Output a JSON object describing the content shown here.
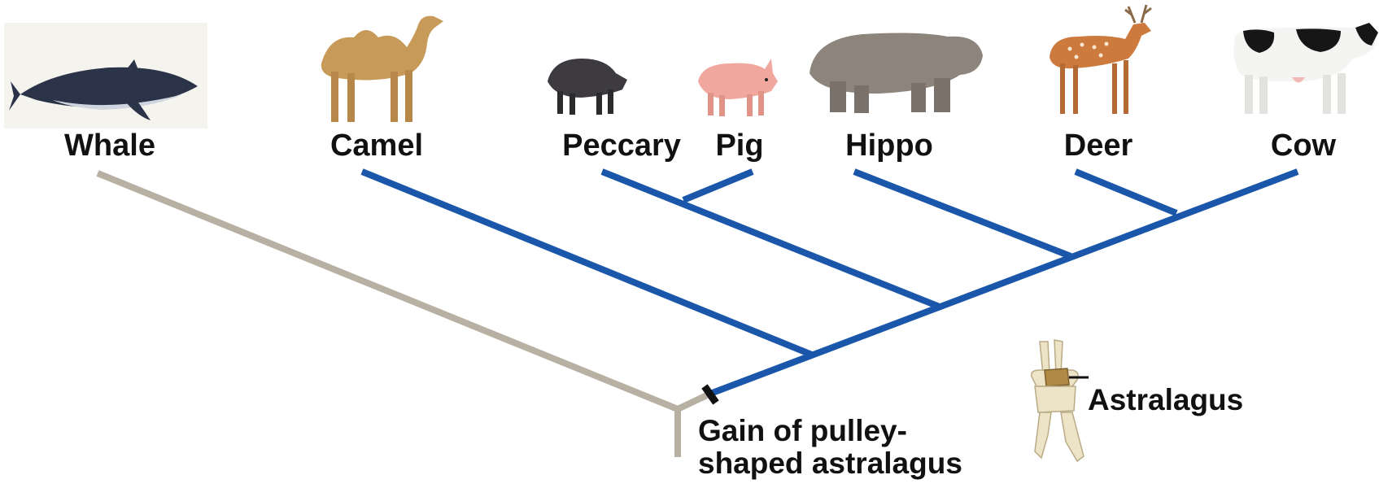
{
  "diagram": {
    "taxa": [
      {
        "id": "whale",
        "label": "Whale"
      },
      {
        "id": "camel",
        "label": "Camel"
      },
      {
        "id": "peccary",
        "label": "Peccary"
      },
      {
        "id": "pig",
        "label": "Pig"
      },
      {
        "id": "hippo",
        "label": "Hippo"
      },
      {
        "id": "deer",
        "label": "Deer"
      },
      {
        "id": "cow",
        "label": "Cow"
      }
    ],
    "trait_caption_line1": "Gain of pulley-",
    "trait_caption_line2": "shaped astralagus",
    "astragalus_label": "Astralagus"
  },
  "colors": {
    "derived_lineage": "#1a56aa",
    "ancestral_lineage": "#b7b0a3",
    "trait_marker": "#111111"
  }
}
